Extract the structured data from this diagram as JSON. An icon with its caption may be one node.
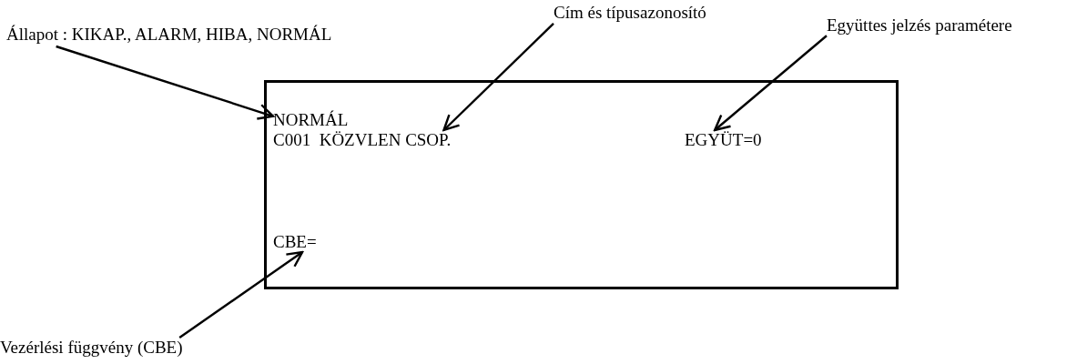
{
  "diagram": {
    "nodes": [
      {
        "text": [],
        "shape": "box"
      },
      {
        "text": [
          "NORMÁL"
        ],
        "in": 0
      },
      {
        "text": [
          "C001  KÖZVLEN CSOP."
        ],
        "in": 0
      },
      {
        "text": [
          "EGYÜT=0"
        ],
        "in": 0
      },
      {
        "text": [
          "CBE="
        ],
        "in": 0
      },
      {
        "text": [
          "Állapot : KIKAP., ALARM, HIBA, NORMÁL"
        ]
      },
      {
        "text": [
          "Cím és típusazonosító"
        ]
      },
      {
        "text": [
          "Együttes jelzés paramétere"
        ]
      },
      {
        "text": [
          "Vezérlési függvény (CBE)"
        ]
      }
    ],
    "edges": [
      {
        "from": 5,
        "to": 1,
        "arrow": "to"
      },
      {
        "from": 6,
        "to": 2,
        "arrow": "to"
      },
      {
        "from": 7,
        "to": 3,
        "arrow": "to"
      },
      {
        "from": 8,
        "to": 4,
        "arrow": "to"
      }
    ]
  }
}
